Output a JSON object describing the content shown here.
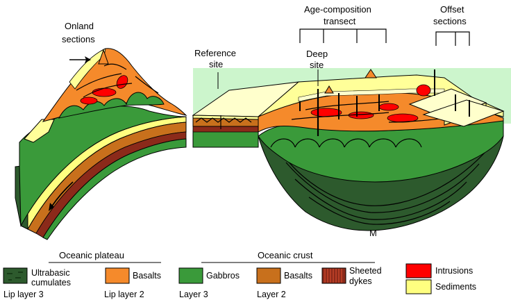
{
  "labels": {
    "onland_line1": "Onland",
    "onland_line2": "sections",
    "reference_line1": "Reference",
    "reference_line2": "site",
    "age_line1": "Age-composition",
    "age_line2": "transect",
    "deep_line1": "Deep",
    "deep_line2": "site",
    "offset_line1": "Offset",
    "offset_line2": "sections",
    "moho": "M"
  },
  "legend": {
    "group_plateau": "Oceanic plateau",
    "group_crust": "Oceanic crust",
    "items": [
      {
        "line1": "Ultrabasic",
        "line2": "cumulates",
        "layer": "Lip layer 3",
        "color": "#2d5a2d"
      },
      {
        "line1": "Basalts",
        "line2": "",
        "layer": "Lip layer 2",
        "color": "#f58a2b"
      },
      {
        "line1": "Gabbros",
        "line2": "",
        "layer": "Layer 3",
        "color": "#3a9a3a"
      },
      {
        "line1": "Basalts",
        "line2": "",
        "layer": "Layer 2",
        "color": "#c8701c"
      },
      {
        "line1": "Sheeted",
        "line2": "dykes",
        "layer": "",
        "color": "#8b2a1a"
      },
      {
        "line1": "Intrusions",
        "line2": "",
        "layer": "",
        "color": "#ff0000"
      },
      {
        "line1": "Sediments",
        "line2": "",
        "layer": "",
        "color": "#ffff80"
      }
    ]
  },
  "colors": {
    "ocean": "#ccf5cc",
    "sediment": "#ffff99",
    "sediment_top": "#ffffcc",
    "lip_basalt": "#f58a2b",
    "crust_basalt": "#c8701c",
    "gabbro": "#3a9a3a",
    "cumulate": "#2d5a2d",
    "intrusion": "#ff0000",
    "dyke": "#8b2a1a"
  }
}
